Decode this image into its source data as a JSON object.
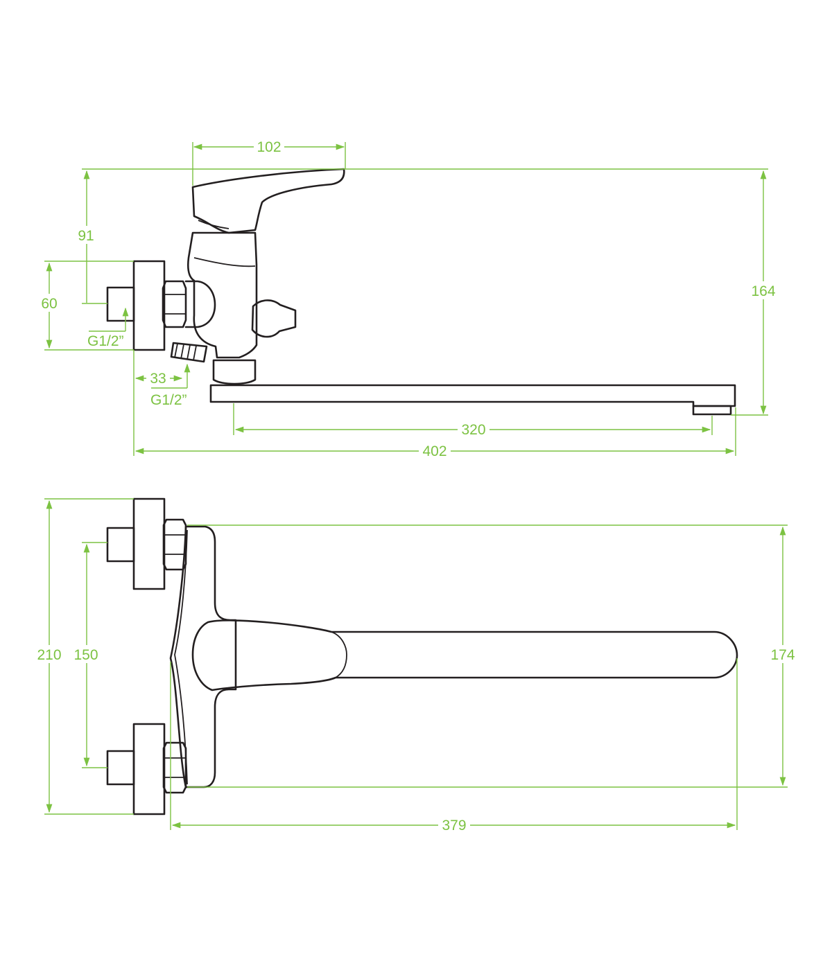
{
  "colors": {
    "outline": "#231f20",
    "dimension": "#7cc242",
    "background": "#ffffff"
  },
  "side_view": {
    "dimensions": {
      "handle_reach": "102",
      "inlet_to_top": "91",
      "height_total": "164",
      "flange_height": "60",
      "inlet_thread": "G1/2”",
      "outlet_offset": "33",
      "outlet_thread": "G1/2”",
      "spout_reach": "320",
      "overall_length": "402"
    }
  },
  "top_view": {
    "dimensions": {
      "overall_width": "210",
      "inlet_spacing": "150",
      "body_width": "174",
      "spout_length": "379"
    }
  }
}
